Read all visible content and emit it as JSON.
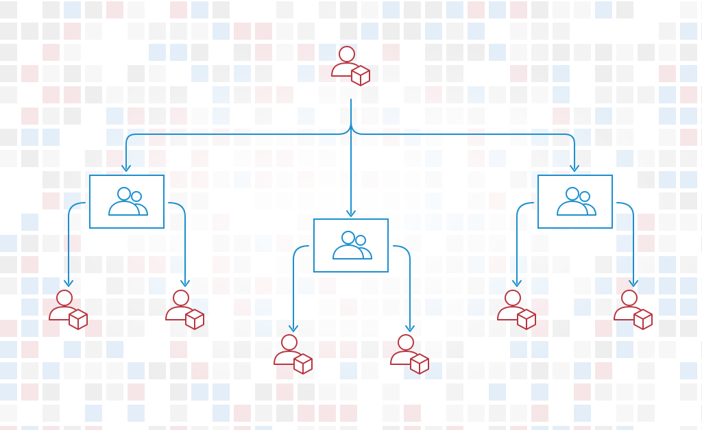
{
  "colors": {
    "connector": "#1b8fcf",
    "group": "#1b8fcf",
    "user": "#b8353f",
    "grid_blue": "#e3eef8",
    "grid_red": "#f6e6e8",
    "grid_gray": "#eeeeee"
  },
  "icons": {
    "root": "user-with-package-icon",
    "group": "user-group-icon",
    "leaf": "user-with-package-icon"
  },
  "tree": {
    "root": {
      "name": "root-user",
      "icon": "user-with-package-icon"
    },
    "groups": [
      {
        "name": "group-left",
        "icon": "user-group-icon",
        "children": [
          "leaf-user-1",
          "leaf-user-2"
        ]
      },
      {
        "name": "group-center",
        "icon": "user-group-icon",
        "children": [
          "leaf-user-3",
          "leaf-user-4"
        ]
      },
      {
        "name": "group-right",
        "icon": "user-group-icon",
        "children": [
          "leaf-user-5",
          "leaf-user-6"
        ]
      }
    ]
  }
}
